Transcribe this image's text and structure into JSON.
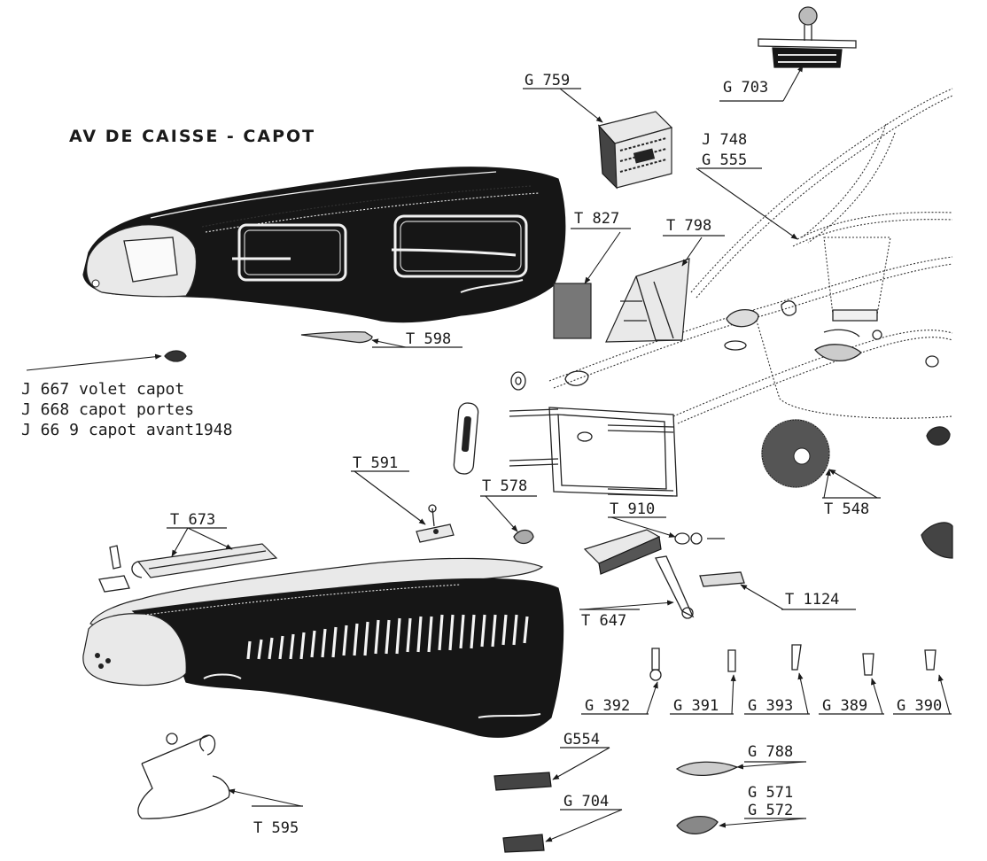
{
  "title": "AV DE CAISSE - CAPOT",
  "volet_notes": [
    "J 667 volet capot",
    "J 668 capot portes",
    "J 66 9 capot avant1948"
  ],
  "labels": {
    "G759": "G 759",
    "G703": "G 703",
    "J748": "J 748",
    "G555": "G 555",
    "T827": "T 827",
    "T798": "T 798",
    "T598": "T 598",
    "T591": "T 591",
    "T578": "T 578",
    "T673": "T 673",
    "T910": "T 910",
    "T548": "T 548",
    "T1124": "T 1124",
    "T647": "T 647",
    "G392": "G 392",
    "G391": "G 391",
    "G393": "G 393",
    "G389": "G 389",
    "G390": "G 390",
    "G554": "G554",
    "G788": "G 788",
    "G571": "G 571",
    "G572": "G 572",
    "G704": "G 704",
    "T595": "T 595"
  }
}
